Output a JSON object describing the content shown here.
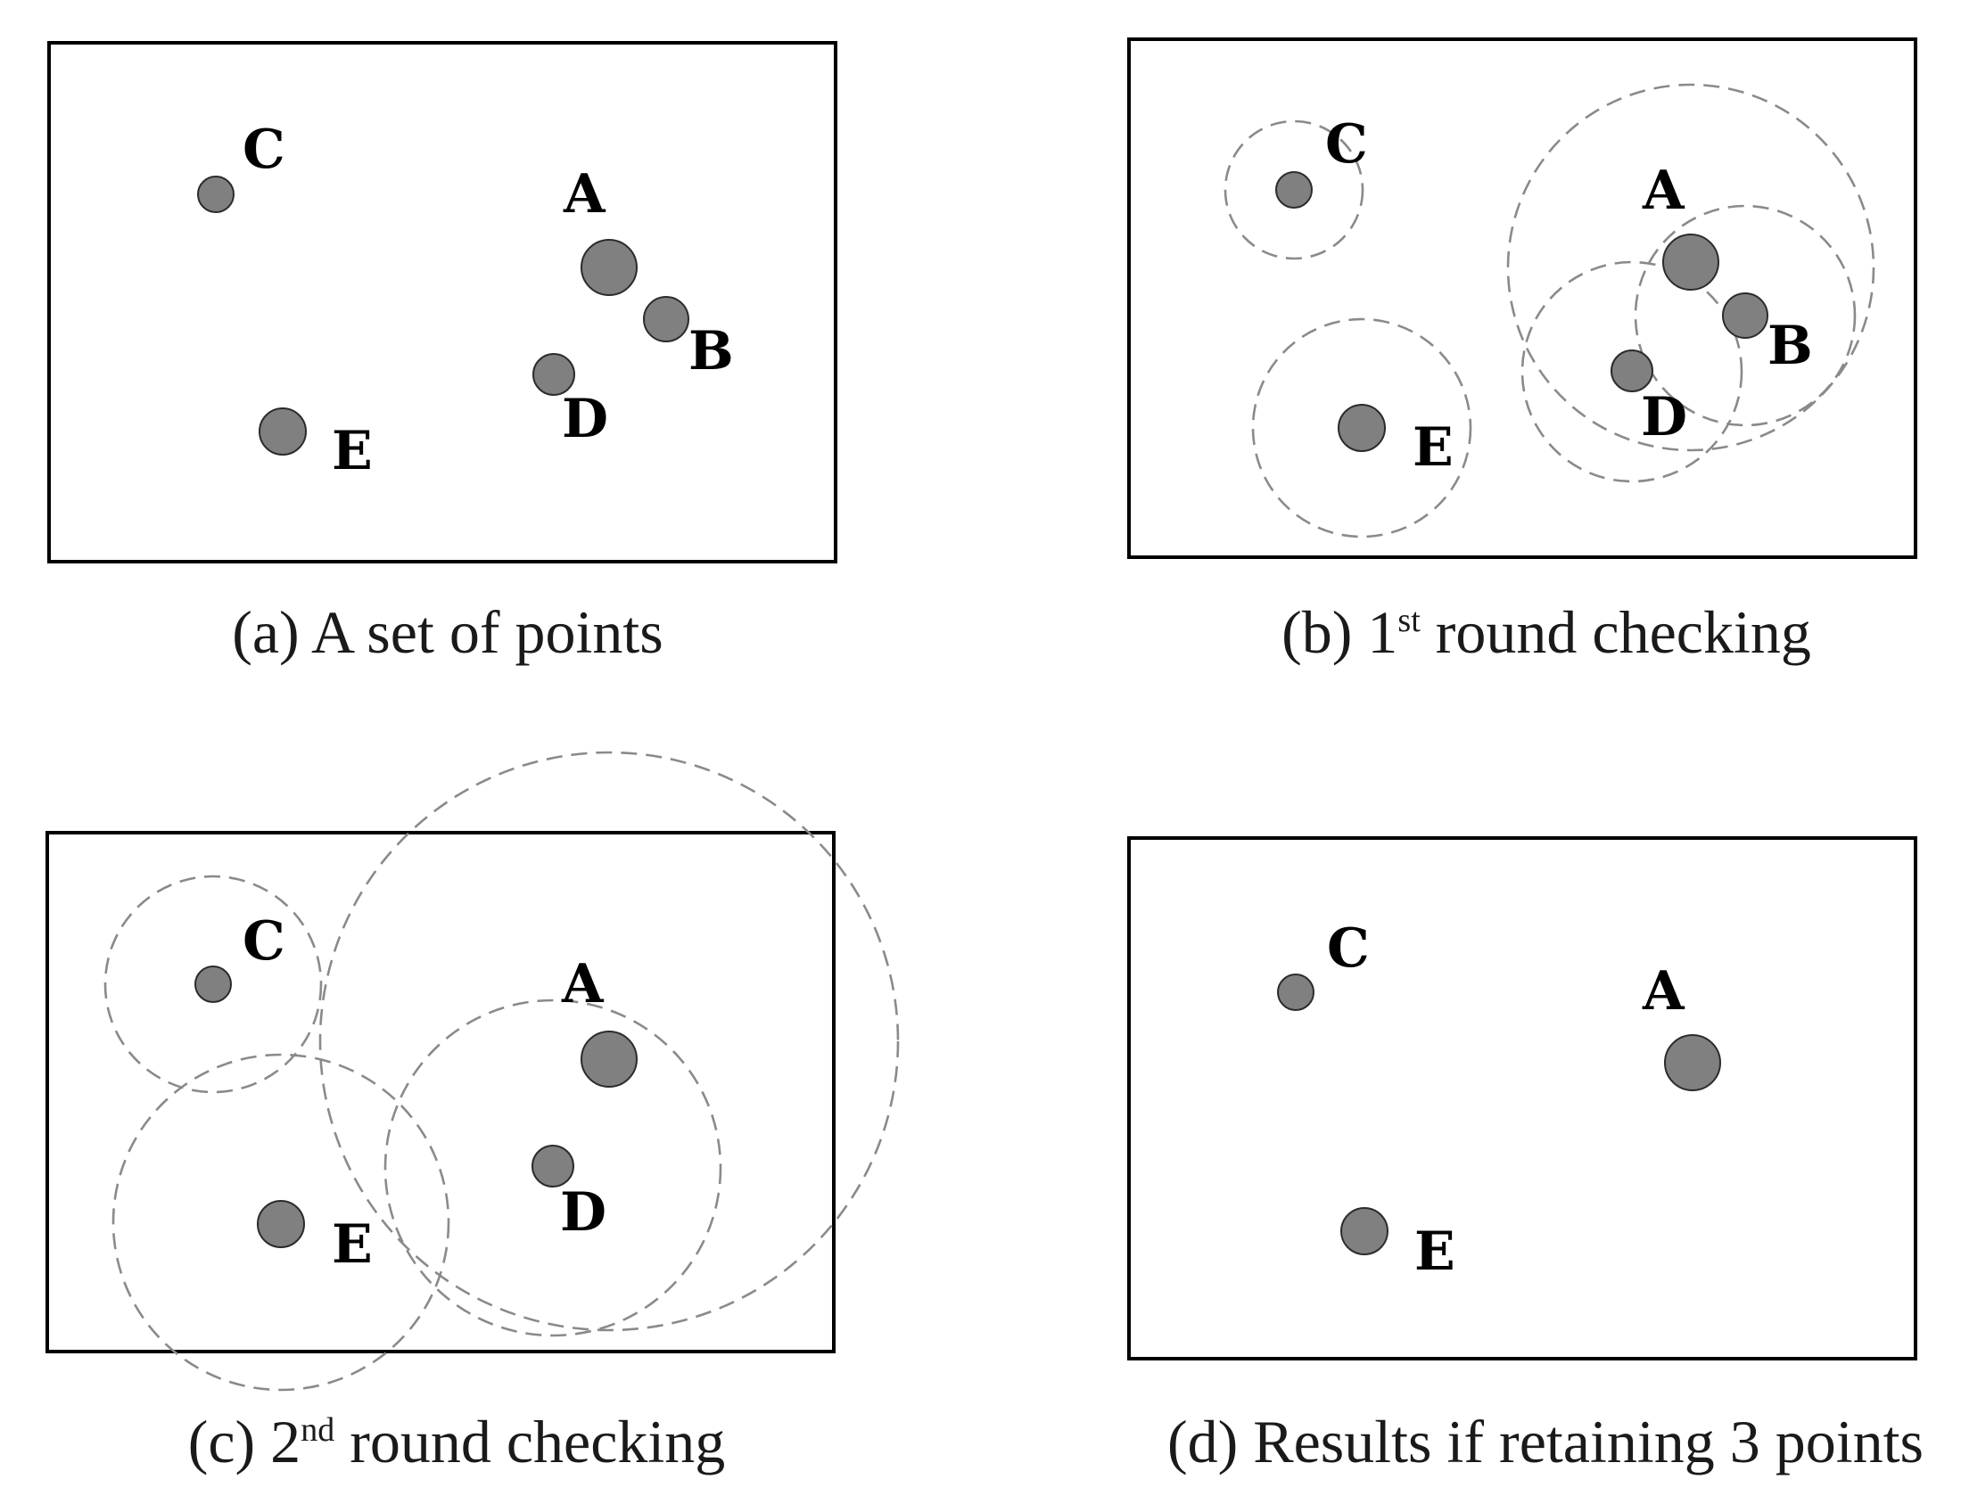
{
  "panels": [
    {
      "caption": {
        "prefix": "(a) A set of points",
        "sup": "",
        "suffix": ""
      },
      "point_labels": {
        "A": "A",
        "B": "B",
        "C": "C",
        "D": "D",
        "E": "E"
      }
    },
    {
      "caption": {
        "prefix": "(b) 1",
        "sup": "st",
        "suffix": " round checking"
      },
      "point_labels": {
        "A": "A",
        "B": "B",
        "C": "C",
        "D": "D",
        "E": "E"
      }
    },
    {
      "caption": {
        "prefix": "(c) 2",
        "sup": "nd",
        "suffix": " round checking"
      },
      "point_labels": {
        "A": "A",
        "C": "C",
        "D": "D",
        "E": "E"
      }
    },
    {
      "caption": {
        "prefix": "(d) Results if retaining 3 points",
        "sup": "",
        "suffix": ""
      },
      "point_labels": {
        "A": "A",
        "C": "C",
        "E": "E"
      }
    }
  ],
  "colors": {
    "point_fill": "#808080",
    "frame": "#000000",
    "dashed_circle": "#8a8a8a"
  }
}
